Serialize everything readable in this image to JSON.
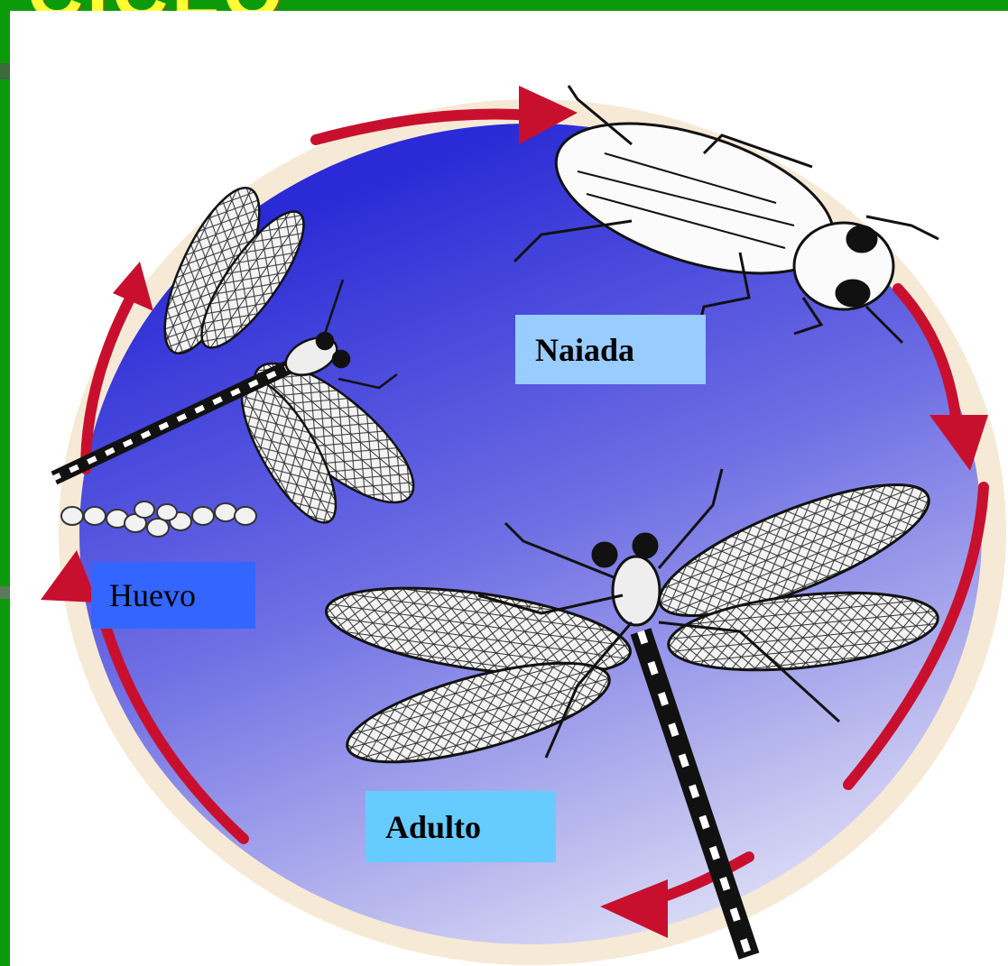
{
  "header_fragment": "CICLO",
  "stages": {
    "naiada": "Naiada",
    "huevo": "Huevo",
    "adulto": "Adulto"
  },
  "colors": {
    "background": "#0a9a0a",
    "circle_top": "#2b2bd8",
    "circle_bottom": "#d6d6f2",
    "arrow": "#c8102e",
    "naiada_label_bg": "#99ccff",
    "huevo_label_bg": "#3366ff",
    "adulto_label_bg": "#66ccff"
  }
}
